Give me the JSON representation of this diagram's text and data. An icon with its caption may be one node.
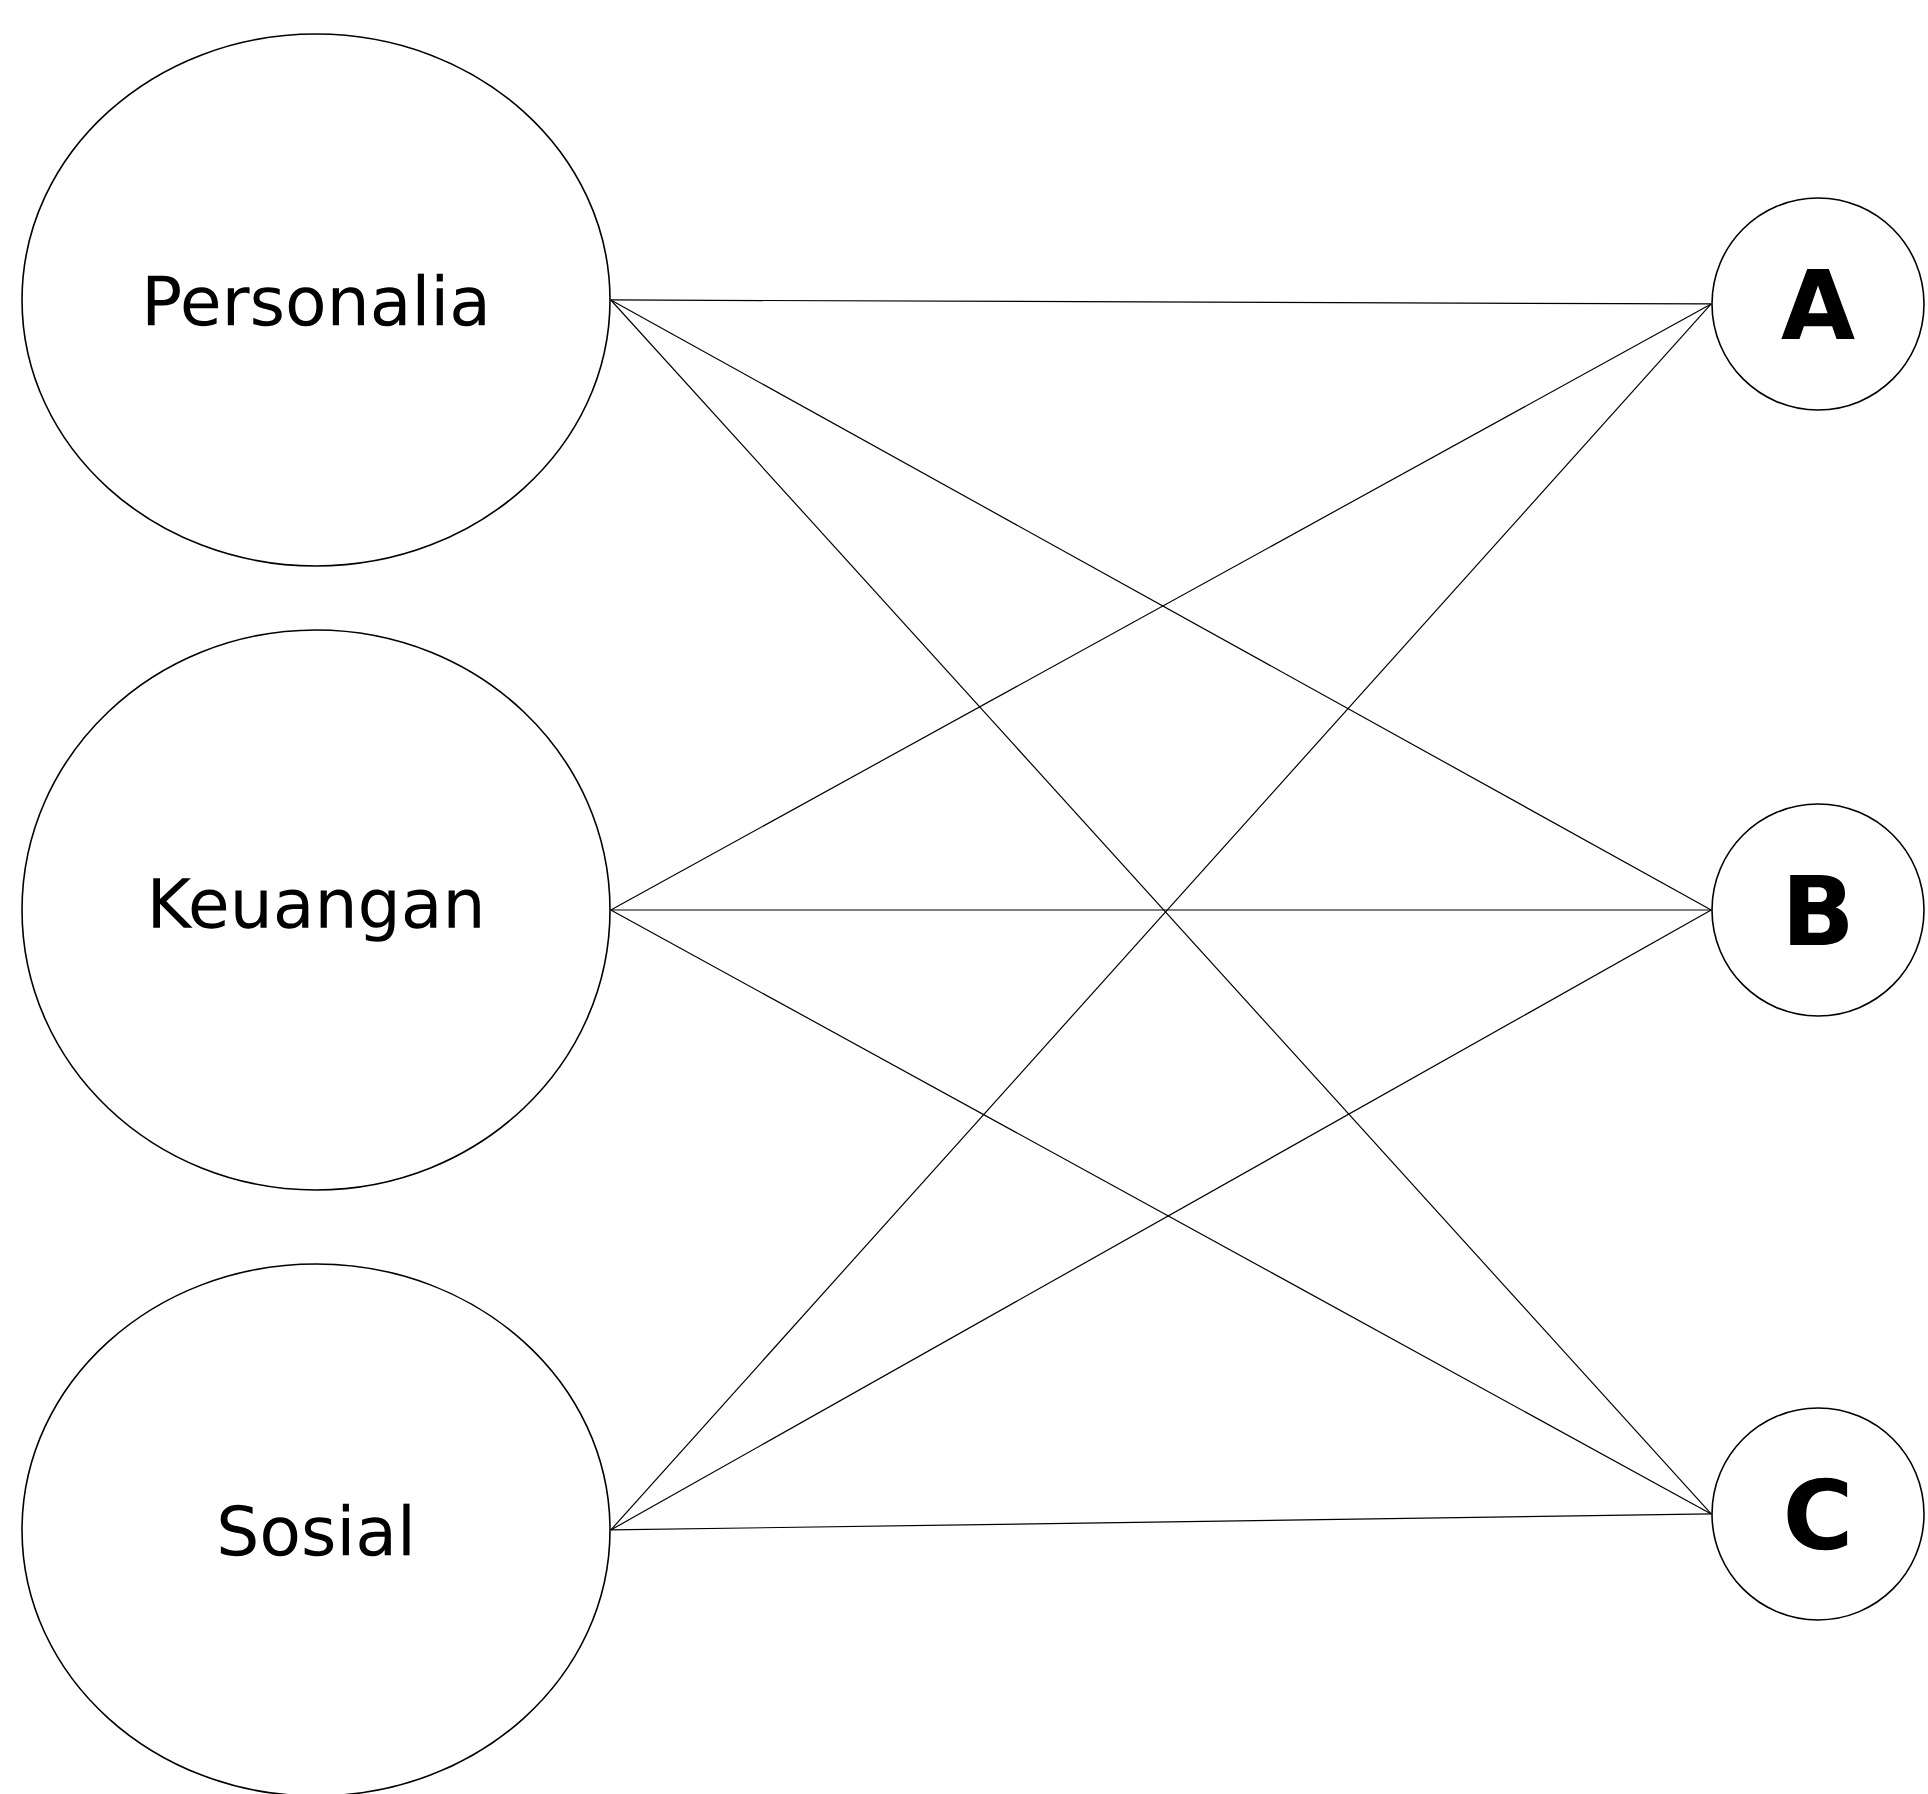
{
  "diagram": {
    "nodes": [
      {
        "text": [
          "Personalia"
        ]
      },
      {
        "text": [
          "Keuangan"
        ]
      },
      {
        "text": [
          "Sosial"
        ]
      },
      {
        "text": [
          "A"
        ]
      },
      {
        "text": [
          "B"
        ]
      },
      {
        "text": [
          "C"
        ]
      }
    ],
    "edges": [
      {
        "from": 0,
        "to": 3,
        "arrow": "none"
      },
      {
        "from": 0,
        "to": 4,
        "arrow": "none"
      },
      {
        "from": 0,
        "to": 5,
        "arrow": "none"
      },
      {
        "from": 1,
        "to": 3,
        "arrow": "none"
      },
      {
        "from": 1,
        "to": 4,
        "arrow": "none"
      },
      {
        "from": 1,
        "to": 5,
        "arrow": "none"
      },
      {
        "from": 2,
        "to": 3,
        "arrow": "none"
      },
      {
        "from": 2,
        "to": 4,
        "arrow": "none"
      },
      {
        "from": 2,
        "to": 5,
        "arrow": "none"
      }
    ]
  }
}
